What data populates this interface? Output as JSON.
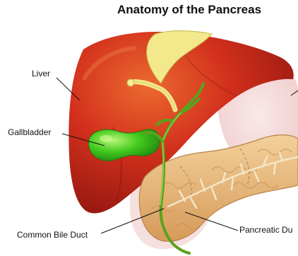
{
  "title": "Anatomy of the Pancreas",
  "labels": {
    "liver": "Liver",
    "gallbladder": "Gallbladder",
    "common_bile_duct": "Common Bile Duct",
    "pancreatic_duct": "Pancreatic Du"
  },
  "colors": {
    "liver": "#c8261c",
    "liver_highlight": "#e8562c",
    "gallbladder": "#3ec81e",
    "bile_duct": "#74b82a",
    "pancreas": "#e3b57c",
    "pancreas_shadow": "#c98f52",
    "ligament": "#f2e58a",
    "background_organ": "#f6dcdc"
  }
}
